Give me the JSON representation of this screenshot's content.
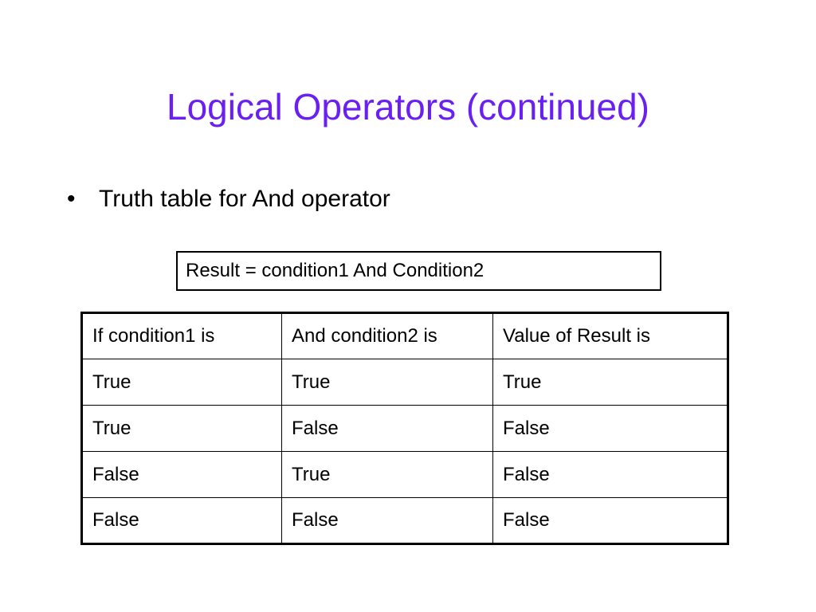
{
  "slide": {
    "title": "Logical Operators (continued)",
    "bullet_symbol": "•",
    "bullet_text": "Truth table for And operator",
    "formula": "Result = condition1 And Condition2",
    "title_color": "#6a20f0"
  },
  "table": {
    "headers": [
      "If condition1 is",
      "And condition2 is",
      "Value of Result is"
    ],
    "rows": [
      [
        "True",
        "True",
        "True"
      ],
      [
        "True",
        "False",
        "False"
      ],
      [
        "False",
        "True",
        "False"
      ],
      [
        "False",
        "False",
        "False"
      ]
    ]
  }
}
